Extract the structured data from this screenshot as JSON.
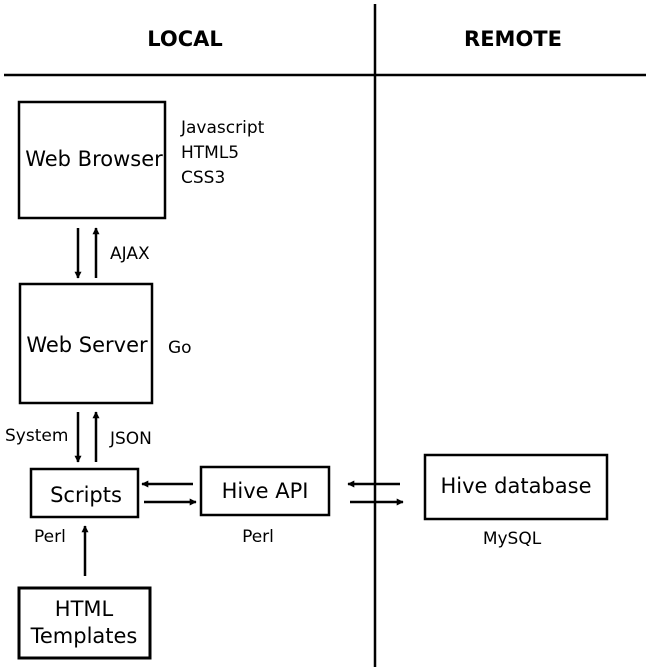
{
  "columns": {
    "local": "LOCAL",
    "remote": "REMOTE"
  },
  "boxes": {
    "web_browser": "Web Browser",
    "web_server": "Web Server",
    "scripts": "Scripts",
    "hive_api": "Hive API",
    "hive_database": "Hive database",
    "html_templates_line1": "HTML",
    "html_templates_line2": "Templates"
  },
  "notes": {
    "browser_tech": [
      "Javascript",
      "HTML5",
      "CSS3"
    ],
    "server_tech": "Go",
    "api_tech": "Perl",
    "database_tech": "MySQL"
  },
  "connections": {
    "browser_server": "AJAX",
    "server_scripts_left": "System",
    "server_scripts_right": "JSON",
    "templates_scripts": "Perl"
  },
  "colors": {
    "line": "#000000",
    "background": "#ffffff"
  }
}
